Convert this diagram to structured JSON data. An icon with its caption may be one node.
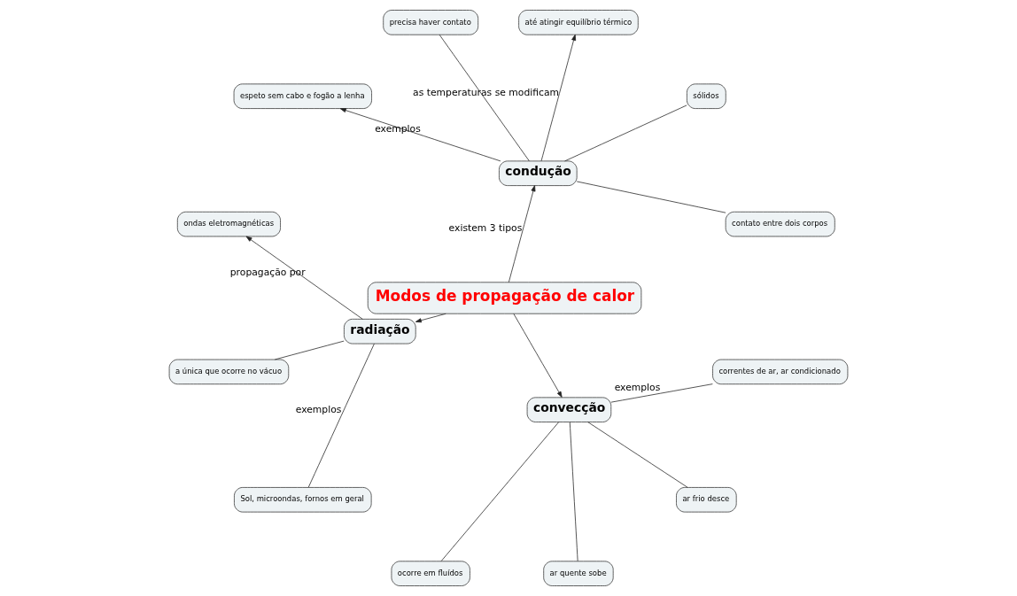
{
  "diagram": {
    "nodes": [
      {
        "text": [
          "contato entre dois corpos"
        ]
      },
      {
        "text": [
          "sólidos"
        ]
      },
      {
        "text": [
          "até atingir equilíbrio térmico"
        ]
      },
      {
        "text": [
          "precisa haver contato"
        ]
      },
      {
        "text": [
          "espeto sem cabo e fogão a lenha"
        ]
      },
      {
        "text": [
          "ondas eletromagnéticas"
        ]
      },
      {
        "text": [
          "ocorre em fluídos"
        ]
      },
      {
        "text": [
          "ar quente sobe"
        ]
      },
      {
        "text": [
          "condução"
        ]
      },
      {
        "text": [
          "radiação"
        ]
      },
      {
        "text": [
          "convecção"
        ]
      },
      {
        "text": [
          "a única que ocorre no vácuo"
        ]
      },
      {
        "text": [
          "ar frio desce"
        ]
      },
      {
        "text": [
          "Sol, microondas, fornos em geral"
        ]
      },
      {
        "text": [
          "correntes de ar, ar condicionado"
        ]
      },
      {
        "text": [
          "Modos de propagação de calor"
        ]
      }
    ],
    "edges": [
      {
        "from": 15,
        "to": 9,
        "arrow": "to"
      },
      {
        "from": 15,
        "to": 8,
        "arrow": "to",
        "label": "existem 3 tipos"
      },
      {
        "from": 15,
        "to": 10,
        "arrow": "to"
      },
      {
        "from": 8,
        "to": 0,
        "arrow": "none"
      },
      {
        "from": 8,
        "to": 1,
        "arrow": "none"
      },
      {
        "from": 8,
        "to": 3,
        "arrow": "none"
      },
      {
        "from": 8,
        "to": 2,
        "arrow": "to",
        "label": "as temperaturas se modificam"
      },
      {
        "from": 8,
        "to": 4,
        "arrow": "to",
        "label": "exemplos"
      },
      {
        "from": 9,
        "to": 5,
        "arrow": "to",
        "label": "propagação por"
      },
      {
        "from": 9,
        "to": 11,
        "arrow": "none"
      },
      {
        "from": 9,
        "to": 13,
        "arrow": "none",
        "label": "exemplos"
      },
      {
        "from": 10,
        "to": 7,
        "arrow": "none"
      },
      {
        "from": 10,
        "to": 6,
        "arrow": "none"
      },
      {
        "from": 10,
        "to": 12,
        "arrow": "none"
      },
      {
        "from": 10,
        "to": 14,
        "arrow": "none",
        "label": "exemplos"
      }
    ]
  }
}
